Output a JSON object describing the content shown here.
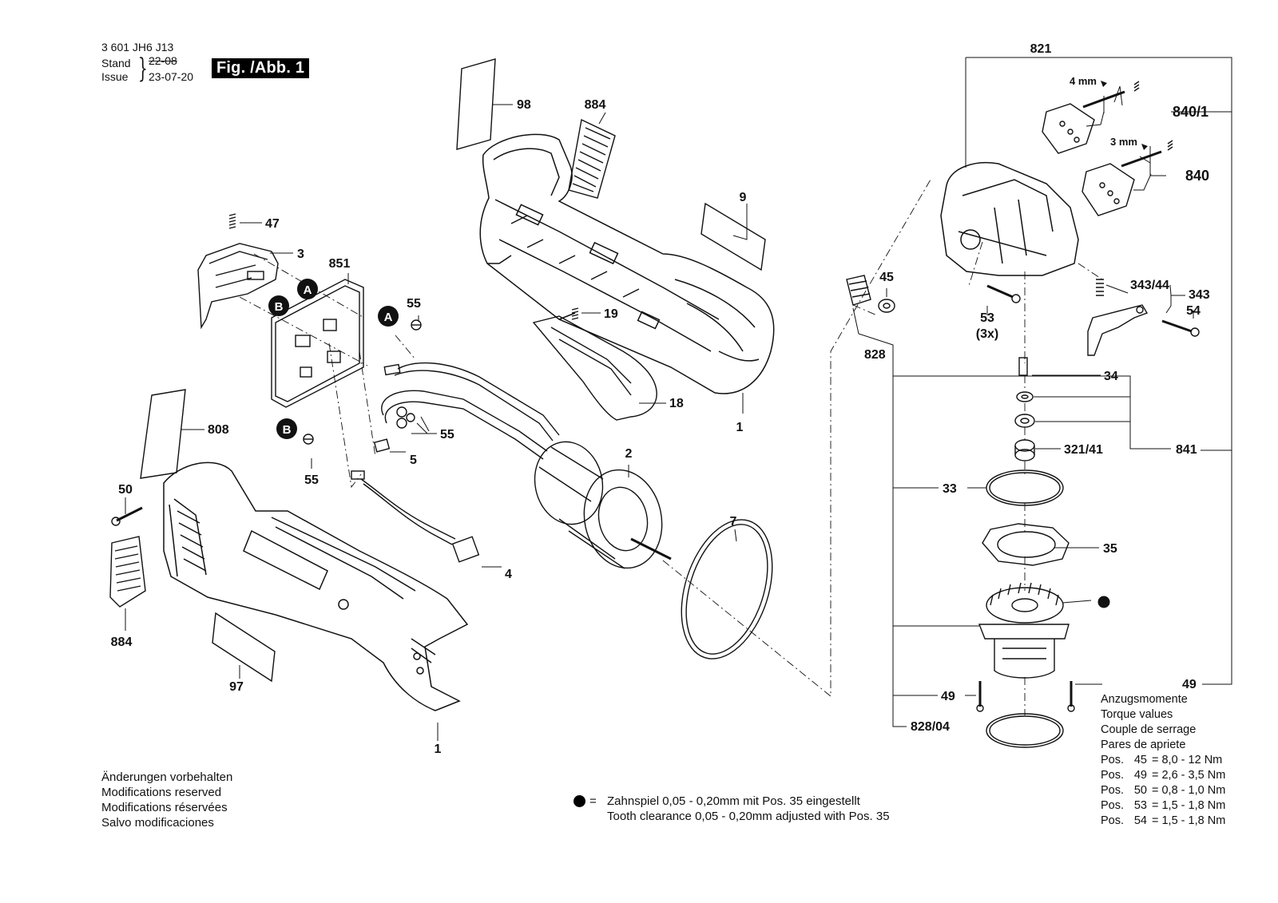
{
  "header": {
    "part_number": "3 601 JH6 J13",
    "stand_label": "Stand",
    "issue_label": "Issue",
    "stand_value": "22-08",
    "issue_value": "23-07-20",
    "figure": "Fig. /Abb. 1"
  },
  "callouts": [
    {
      "id": "c-98",
      "text": "98"
    },
    {
      "id": "c-884-top",
      "text": "884"
    },
    {
      "id": "c-9",
      "text": "9"
    },
    {
      "id": "c-47",
      "text": "47"
    },
    {
      "id": "c-3",
      "text": "3"
    },
    {
      "id": "c-851",
      "text": "851"
    },
    {
      "id": "c-55-a",
      "text": "55"
    },
    {
      "id": "c-19",
      "text": "19"
    },
    {
      "id": "c-18",
      "text": "18"
    },
    {
      "id": "c-1-top",
      "text": "1"
    },
    {
      "id": "c-808",
      "text": "808"
    },
    {
      "id": "c-55-mid",
      "text": "55"
    },
    {
      "id": "c-55-b",
      "text": "55"
    },
    {
      "id": "c-5",
      "text": "5"
    },
    {
      "id": "c-2",
      "text": "2"
    },
    {
      "id": "c-50",
      "text": "50"
    },
    {
      "id": "c-4",
      "text": "4"
    },
    {
      "id": "c-7",
      "text": "7"
    },
    {
      "id": "c-884-bot",
      "text": "884"
    },
    {
      "id": "c-97",
      "text": "97"
    },
    {
      "id": "c-1-bot",
      "text": "1"
    },
    {
      "id": "c-821",
      "text": "821"
    },
    {
      "id": "c-4mm",
      "text": "4 mm"
    },
    {
      "id": "c-840-1",
      "text": "840/1"
    },
    {
      "id": "c-3mm",
      "text": "3 mm"
    },
    {
      "id": "c-840",
      "text": "840"
    },
    {
      "id": "c-45",
      "text": "45"
    },
    {
      "id": "c-343-44",
      "text": "343/44"
    },
    {
      "id": "c-343",
      "text": "343"
    },
    {
      "id": "c-53",
      "text": "53"
    },
    {
      "id": "c-3x",
      "text": "(3x)"
    },
    {
      "id": "c-54",
      "text": "54"
    },
    {
      "id": "c-828",
      "text": "828"
    },
    {
      "id": "c-34",
      "text": "34"
    },
    {
      "id": "c-321-41",
      "text": "321/41"
    },
    {
      "id": "c-841",
      "text": "841"
    },
    {
      "id": "c-33",
      "text": "33"
    },
    {
      "id": "c-35",
      "text": "35"
    },
    {
      "id": "c-49-l",
      "text": "49"
    },
    {
      "id": "c-49-r",
      "text": "49"
    },
    {
      "id": "c-828-04",
      "text": "828/04"
    }
  ],
  "markers": {
    "a": "A",
    "b": "B"
  },
  "notes": {
    "lines": [
      "Änderungen vorbehalten",
      "Modifications reserved",
      "Modifications réservées",
      "Salvo modificaciones"
    ]
  },
  "dot_note": {
    "eq": "=",
    "line1": "Zahnspiel 0,05 - 0,20mm mit Pos. 35 eingestellt",
    "line2": "Tooth clearance 0,05 - 0,20mm adjusted with Pos. 35"
  },
  "torque": {
    "headings": [
      "Anzugsmomente",
      "Torque values",
      "Couple de serrage",
      "Pares de apriete"
    ],
    "rows": [
      {
        "pos": "Pos.",
        "num": "45",
        "val": "= 8,0 - 12  Nm"
      },
      {
        "pos": "Pos.",
        "num": "49",
        "val": "= 2,6 - 3,5 Nm"
      },
      {
        "pos": "Pos.",
        "num": "50",
        "val": "= 0,8 - 1,0 Nm"
      },
      {
        "pos": "Pos.",
        "num": "53",
        "val": "= 1,5 - 1,8 Nm"
      },
      {
        "pos": "Pos.",
        "num": "54",
        "val": "= 1,5 - 1,8 Nm"
      }
    ]
  }
}
